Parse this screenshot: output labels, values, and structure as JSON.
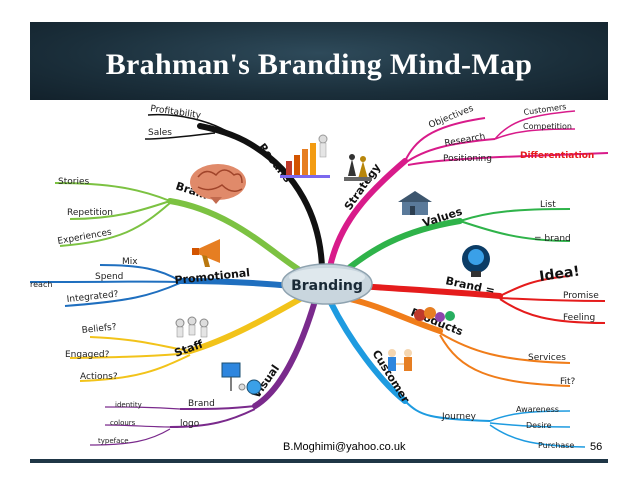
{
  "title": "Brahman's Branding Mind-Map",
  "center": "Branding",
  "center_sub": "",
  "branches": {
    "results": "Results",
    "strategy": "Strategy",
    "values": "Values",
    "brand_eq": "Brand =",
    "products": "Products",
    "customer": "Customer",
    "visual": "Visual",
    "staff": "Staff",
    "promotional": "Promotional",
    "brain": "Brain"
  },
  "leaves": {
    "profitability": "Profitability",
    "sales": "Sales",
    "objectives": "Objectives",
    "research": "Research",
    "positioning": "Positioning",
    "customers": "Customers",
    "competition": "Competition",
    "differentiation": "Differentiation",
    "list": "List",
    "eq_brand": "= brand",
    "idea": "Idea!",
    "promise": "Promise",
    "feeling": "Feeling",
    "services": "Services",
    "fit": "Fit?",
    "journey": "Journey",
    "awareness": "Awareness",
    "desire": "Desire",
    "purchase": "Purchase",
    "stories": "Stories",
    "repetition": "Repetition",
    "experiences": "Experiences",
    "mix": "Mix",
    "spend": "Spend",
    "reach": "reach",
    "integrated": "Integrated?",
    "beliefs": "Beliefs?",
    "engaged": "Engaged?",
    "actions": "Actions?",
    "brand": "Brand",
    "logo": "logo",
    "identity": "identity",
    "colours": "colours",
    "typeface": "typeface"
  },
  "footer": {
    "email": "B.Moghimi@yahoo.co.uk",
    "page": "56"
  },
  "icons": [
    "chart-with-figure-icon",
    "chess-pieces-icon",
    "house-icon",
    "brain-icon",
    "megaphone-icon",
    "people-team-icon",
    "lightbulb-icon",
    "fruit-products-icon",
    "customers-handshake-icon",
    "figure-with-sign-icon"
  ],
  "colors": {
    "banner": "#1b2f3b",
    "results": "#111111",
    "strategy": "#d81b8a",
    "values": "#2fb34a",
    "brand_eq": "#e51c1c",
    "products": "#f07d1a",
    "customer": "#1e9be0",
    "visual": "#7a2a8c",
    "staff": "#f2c31a",
    "promotional": "#1f6fbf",
    "brain": "#7cc242",
    "differentiation": "#e51c1c"
  }
}
